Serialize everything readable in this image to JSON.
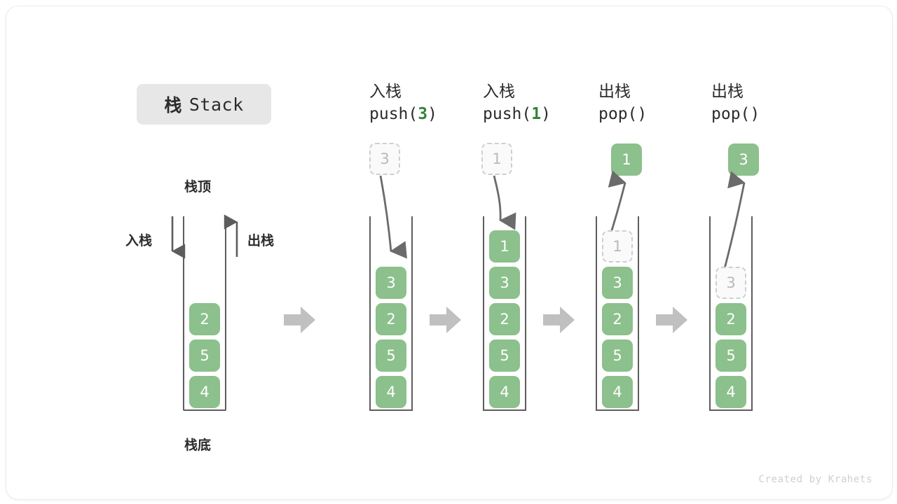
{
  "title": {
    "cn": "栈",
    "en": "Stack"
  },
  "labels": {
    "top": "栈顶",
    "bottom": "栈底",
    "push_side": "入栈",
    "pop_side": "出栈"
  },
  "watermark": "Created by Krahets",
  "colors": {
    "cell_fill": "#8cc08c",
    "cell_text": "#ffffff",
    "ghost_border": "#cfcfcf",
    "ghost_text": "#b9b9b9",
    "accent_green": "#34843a",
    "arrow_grey": "#6b6b6b",
    "step_arrow_grey": "#c0c0c0",
    "tube_stroke": "#5d5d5d",
    "title_pill_bg": "#e7e7e7",
    "text_dark": "#2b2b2b"
  },
  "columns": [
    {
      "id": "initial",
      "head_cn": "",
      "head_code": "",
      "incoming": null,
      "outgoing": null,
      "cells": [
        {
          "value": "2",
          "state": "filled"
        },
        {
          "value": "5",
          "state": "filled"
        },
        {
          "value": "4",
          "state": "filled"
        }
      ]
    },
    {
      "id": "push-3",
      "head_cn": "入栈",
      "head_code_prefix": "push(",
      "head_code_arg": "3",
      "head_code_suffix": ")",
      "floating": {
        "value": "3",
        "state": "ghost",
        "direction": "in"
      },
      "cells": [
        {
          "value": "3",
          "state": "filled"
        },
        {
          "value": "2",
          "state": "filled"
        },
        {
          "value": "5",
          "state": "filled"
        },
        {
          "value": "4",
          "state": "filled"
        }
      ]
    },
    {
      "id": "push-1",
      "head_cn": "入栈",
      "head_code_prefix": "push(",
      "head_code_arg": "1",
      "head_code_suffix": ")",
      "floating": {
        "value": "1",
        "state": "ghost",
        "direction": "in"
      },
      "cells": [
        {
          "value": "1",
          "state": "filled"
        },
        {
          "value": "3",
          "state": "filled"
        },
        {
          "value": "2",
          "state": "filled"
        },
        {
          "value": "5",
          "state": "filled"
        },
        {
          "value": "4",
          "state": "filled"
        }
      ]
    },
    {
      "id": "pop-1",
      "head_cn": "出栈",
      "head_code_prefix": "pop(",
      "head_code_arg": "",
      "head_code_suffix": ")",
      "floating": {
        "value": "1",
        "state": "filled",
        "direction": "out"
      },
      "cells": [
        {
          "value": "1",
          "state": "ghost"
        },
        {
          "value": "3",
          "state": "filled"
        },
        {
          "value": "2",
          "state": "filled"
        },
        {
          "value": "5",
          "state": "filled"
        },
        {
          "value": "4",
          "state": "filled"
        }
      ]
    },
    {
      "id": "pop-2",
      "head_cn": "出栈",
      "head_code_prefix": "pop(",
      "head_code_arg": "",
      "head_code_suffix": ")",
      "floating": {
        "value": "3",
        "state": "filled",
        "direction": "out"
      },
      "cells": [
        {
          "value": "3",
          "state": "ghost"
        },
        {
          "value": "2",
          "state": "filled"
        },
        {
          "value": "5",
          "state": "filled"
        },
        {
          "value": "4",
          "state": "filled"
        }
      ]
    }
  ],
  "cells": {
    "c0_2": "2",
    "c0_5": "5",
    "c0_4": "4",
    "c1_3": "3",
    "c1_2": "2",
    "c1_5": "5",
    "c1_4": "4",
    "c2_1": "1",
    "c2_3": "3",
    "c2_2": "2",
    "c2_5": "5",
    "c2_4": "4",
    "c3_g1": "1",
    "c3_3": "3",
    "c3_2": "2",
    "c3_5": "5",
    "c3_4": "4",
    "c4_g3": "3",
    "c4_2": "2",
    "c4_5": "5",
    "c4_4": "4",
    "f1_3": "3",
    "f2_1": "1",
    "f3_1": "1",
    "f4_3": "3"
  },
  "heads": {
    "h1_cn": "入栈",
    "h1_pre": "push(",
    "h1_arg": "3",
    "h1_suf": ")",
    "h2_cn": "入栈",
    "h2_pre": "push(",
    "h2_arg": "1",
    "h2_suf": ")",
    "h3_cn": "出栈",
    "h3_pre": "pop(",
    "h3_arg": "",
    "h3_suf": ")",
    "h4_cn": "出栈",
    "h4_pre": "pop(",
    "h4_arg": "",
    "h4_suf": ")"
  }
}
